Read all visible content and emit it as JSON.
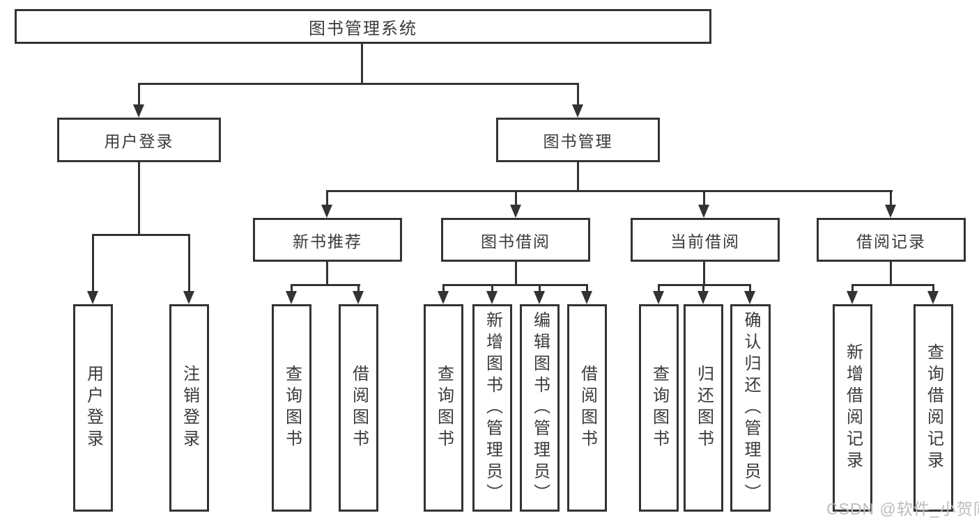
{
  "diagram": {
    "title": "图书管理系统",
    "tree": {
      "root": {
        "label": "图书管理系统"
      },
      "branches": [
        {
          "label": "用户登录",
          "children": [
            {
              "label": "用户登录"
            },
            {
              "label": "注销登录"
            }
          ]
        },
        {
          "label": "图书管理",
          "children": [
            {
              "label": "新书推荐",
              "children": [
                {
                  "label": "查询图书"
                },
                {
                  "label": "借阅图书"
                }
              ]
            },
            {
              "label": "图书借阅",
              "children": [
                {
                  "label": "查询图书"
                },
                {
                  "label": "新增图书（管理员）"
                },
                {
                  "label": "编辑图书（管理员）"
                },
                {
                  "label": "借阅图书"
                }
              ]
            },
            {
              "label": "当前借阅",
              "children": [
                {
                  "label": "查询图书"
                },
                {
                  "label": "归还图书"
                },
                {
                  "label": "确认归还（管理员）"
                }
              ]
            },
            {
              "label": "借阅记录",
              "children": [
                {
                  "label": "新增借阅记录"
                },
                {
                  "label": "查询借阅记录"
                }
              ]
            }
          ]
        }
      ]
    },
    "colors": {
      "line": "#333333",
      "text": "#3a3a3a",
      "background": "#ffffff",
      "watermark": "#bcbcbc"
    }
  },
  "watermark": {
    "text": "CSDN @软件_小贺同学"
  }
}
